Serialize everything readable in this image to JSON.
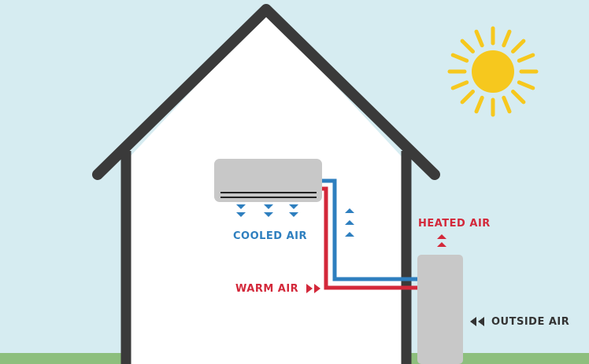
{
  "labels": {
    "cooled_air": "COOLED AIR",
    "warm_air": "WARM AIR",
    "heated_air": "HEATED AIR",
    "outside_air": "OUTSIDE AIR"
  },
  "colors": {
    "sky": "#d6ecf1",
    "grass": "#8dbf7d",
    "house_wall": "#ffffff",
    "roof_outline": "#3a3a3a",
    "unit_gray": "#c8c8c8",
    "cool_blue": "#2e7fbf",
    "warm_red": "#d3283a",
    "sun_yellow": "#f6c81e",
    "text_dark": "#333333"
  },
  "icons": {
    "sun": "sun-icon",
    "down_arrows": "chevron-down-icon",
    "up_arrows": "chevron-up-icon",
    "right_arrows": "double-arrow-right-icon",
    "left_arrows": "double-arrow-left-icon"
  }
}
